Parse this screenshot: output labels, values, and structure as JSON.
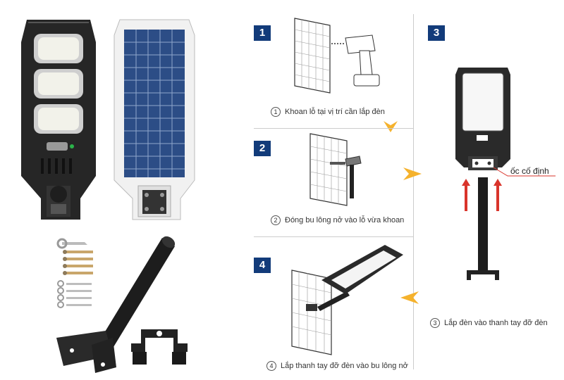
{
  "steps": [
    {
      "badge": "1",
      "num": "1",
      "text": "Khoan lỗ tại vị trí cần lắp đèn"
    },
    {
      "badge": "2",
      "num": "2",
      "text": "Đóng bu lông nở vào lỗ vừa khoan"
    },
    {
      "badge": "3",
      "num": "3",
      "text": "Lắp đèn vào thanh tay đỡ đèn"
    },
    {
      "badge": "4",
      "num": "4",
      "text": "Lắp thanh tay đỡ đèn vào bu lông nở"
    }
  ],
  "callout": {
    "label": "ốc cố định"
  },
  "colors": {
    "badge": "#123b7a",
    "arrow": "#f5b22d",
    "red_arrow": "#d9342b",
    "lamp_body": "#2a2a2a",
    "panel": "#2c4d86"
  }
}
